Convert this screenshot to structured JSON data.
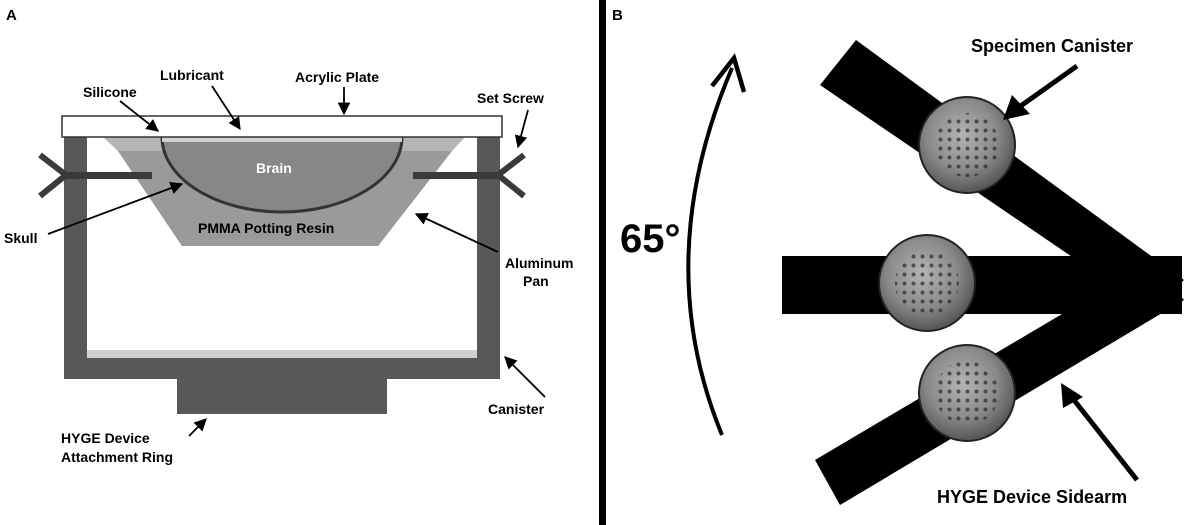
{
  "panel_a": {
    "panel_letter": "A",
    "labels": {
      "lubricant": "Lubricant",
      "acrylic_plate": "Acrylic Plate",
      "silicone": "Silicone",
      "set_screw": "Set Screw",
      "brain": "Brain",
      "skull": "Skull",
      "pmma": "PMMA Potting Resin",
      "aluminum_line1": "Aluminum",
      "aluminum_line2": "Pan",
      "canister": "Canister",
      "hyge_line1": "HYGE Device",
      "hyge_line2": "Attachment Ring"
    }
  },
  "panel_b": {
    "panel_letter": "B",
    "angle_label": "65°",
    "labels": {
      "specimen_canister": "Specimen Canister",
      "hyge_sidearm": "HYGE Device Sidearm"
    }
  }
}
